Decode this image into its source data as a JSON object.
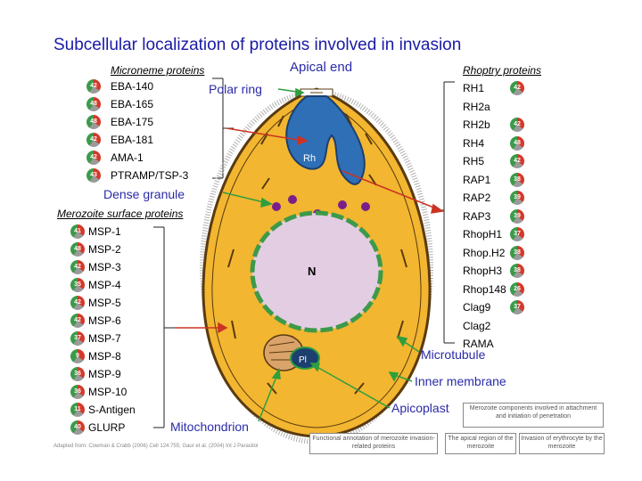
{
  "title": "Subcellular localization of proteins involved in invasion",
  "headers": {
    "microneme": "Microneme proteins",
    "rhoptry": "Rhoptry proteins",
    "merozoite_surface": "Merozoite surface proteins"
  },
  "microneme_proteins": [
    {
      "name": "EBA-140",
      "badge": "42"
    },
    {
      "name": "EBA-165",
      "badge": "48"
    },
    {
      "name": "EBA-175",
      "badge": "48"
    },
    {
      "name": "EBA-181",
      "badge": "42"
    },
    {
      "name": "AMA-1",
      "badge": "42"
    },
    {
      "name": "PTRAMP/TSP-3",
      "badge": "43"
    }
  ],
  "surface_proteins": [
    {
      "name": "MSP-1",
      "badge": "41"
    },
    {
      "name": "MSP-2",
      "badge": "48"
    },
    {
      "name": "MSP-3",
      "badge": "42"
    },
    {
      "name": "MSP-4",
      "badge": "35"
    },
    {
      "name": "MSP-5",
      "badge": "42"
    },
    {
      "name": "MSP-6",
      "badge": "42"
    },
    {
      "name": "MSP-7",
      "badge": "37"
    },
    {
      "name": "MSP-8",
      "badge": "9"
    },
    {
      "name": "MSP-9",
      "badge": "36"
    },
    {
      "name": "MSP-10",
      "badge": "36"
    },
    {
      "name": "S-Antigen",
      "badge": "11"
    },
    {
      "name": "GLURP",
      "badge": "40"
    }
  ],
  "rhoptry_proteins": [
    {
      "name": "RH1",
      "badge": "42"
    },
    {
      "name": "RH2a",
      "badge": ""
    },
    {
      "name": "RH2b",
      "badge": "42"
    },
    {
      "name": "RH4",
      "badge": "48"
    },
    {
      "name": "RH5",
      "badge": "42"
    },
    {
      "name": "RAP1",
      "badge": "38"
    },
    {
      "name": "RAP2",
      "badge": "39"
    },
    {
      "name": "RAP3",
      "badge": "39"
    },
    {
      "name": "RhopH1",
      "badge": "37"
    },
    {
      "name": "Rhop.H2",
      "badge": "38"
    },
    {
      "name": "RhopH3",
      "badge": "38"
    },
    {
      "name": "Rhop148",
      "badge": "26"
    },
    {
      "name": "Clag9",
      "badge": "37"
    },
    {
      "name": "Clag2",
      "badge": ""
    },
    {
      "name": "RAMA",
      "badge": ""
    }
  ],
  "callouts": {
    "apical_end": "Apical end",
    "polar_ring": "Polar ring",
    "dense_granule": "Dense granule",
    "microtubule": "Microtubule",
    "inner_membrane": "Inner membrane",
    "apicoplast": "Apicoplast",
    "mitochondrion": "Mitochondrion"
  },
  "cell_labels": {
    "rhoptry": "Rh",
    "nucleus": "N",
    "apicoplast": "Pl"
  },
  "legend_boxes": {
    "annotation": "Functional annotation of merozoite invasion-related proteins",
    "apical_region": "The apical region of the merozoite",
    "invasion": "Invasion of erythrocyte by the merozoite",
    "components": "Merozoite components involved in attachment and initiation of penetration"
  },
  "footnote": "Adapted from: Cowman & Crabb (2006) Cell 124:755; Gaur et al. (2004) Int J Parasitol",
  "colors": {
    "title": "#1a1aa6",
    "cell_fill": "#f2b630",
    "cell_outline": "#5a3a10",
    "rhoptry": "#2f6fb6",
    "nucleus": "#e3cde3",
    "nucleus_rim": "#3c9a4a",
    "dense_granule": "#7a1f8a",
    "arrow_green": "#2e9e3e",
    "arrow_red": "#cc3322"
  }
}
